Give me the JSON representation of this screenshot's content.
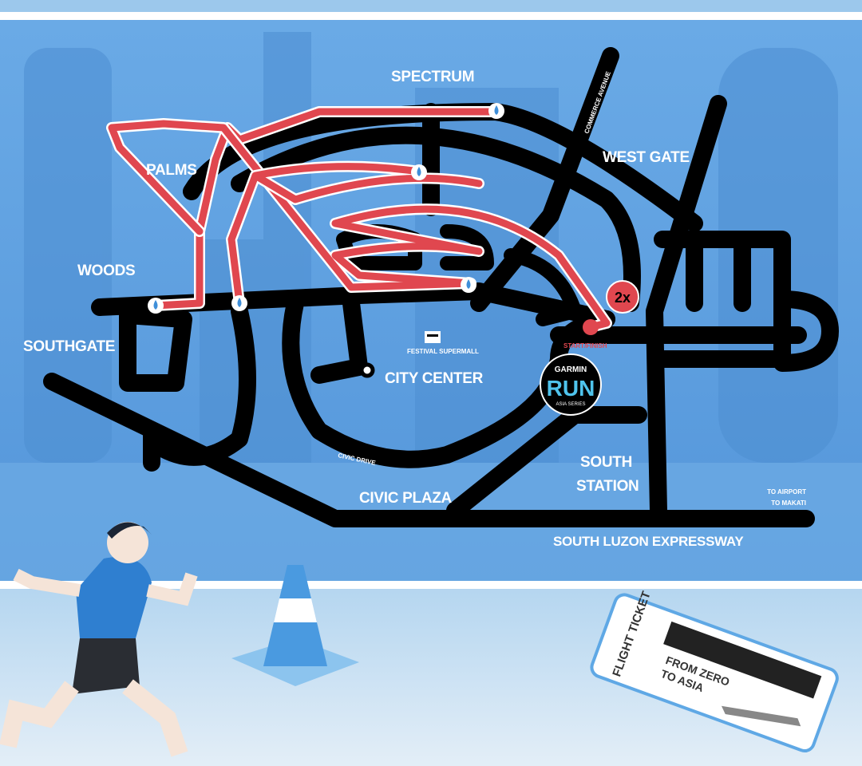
{
  "map": {
    "areas": {
      "spectrum": "SPECTRUM",
      "west_gate": "WEST GATE",
      "palms": "PALMS",
      "woods": "WOODS",
      "southgate": "SOUTHGATE",
      "city_center": "CITY CENTER",
      "south_station_1": "SOUTH",
      "south_station_2": "STATION",
      "civic_plaza": "CIVIC PLAZA"
    },
    "roads": {
      "commerce_avenue": "COMMERCE AVENUE",
      "civic_drive": "CIVIC DRIVE",
      "slex": "SOUTH LUZON EXPRESSWAY"
    },
    "landmarks": {
      "festival_supermall": "FESTIVAL SUPERMALL"
    },
    "directions": [
      "TO AIRPORT",
      "TO MAKATI"
    ],
    "start_finish": "START/FINISH",
    "laps": "2x",
    "water_station_icon": "water-drop-icon",
    "colors": {
      "route": "#e0474f",
      "map_bg": "#5b9fe0",
      "road": "#000000"
    }
  },
  "logo": {
    "brand": "GARMIN",
    "title": "RUN",
    "subtitle": "ASIA SERIES"
  },
  "ticket": {
    "title": "FLIGHT TICKET",
    "line1": "FROM ZERO",
    "line2": "TO ASIA"
  }
}
